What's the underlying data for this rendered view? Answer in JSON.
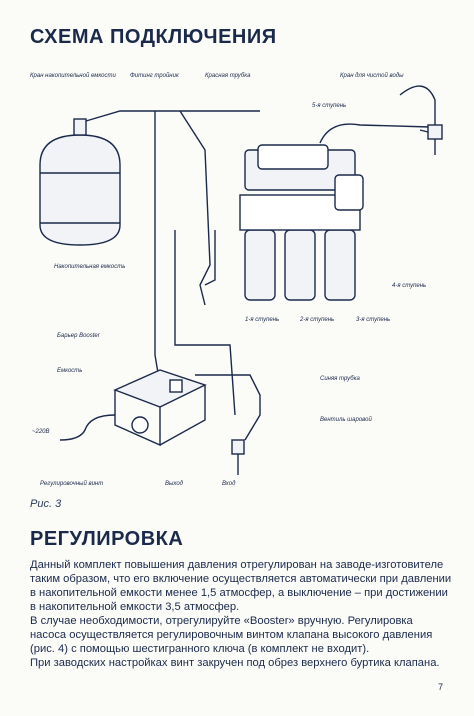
{
  "page": {
    "title": "СХЕМА ПОДКЛЮЧЕНИЯ",
    "figure_caption": "Рис. 3",
    "section_title": "РЕГУЛИРОВКА",
    "page_number": "7"
  },
  "diagram": {
    "labels": {
      "tank_valve": "Кран накопительной емкости",
      "fitting_tee": "Фитинг тройник",
      "red_tube": "Красная трубка",
      "clean_water_tap": "Кран для чистой воды",
      "tank_label": "Накопительная емкость",
      "stage5": "5-я ступень",
      "stage4": "4-я ступень",
      "stage1": "1-я ступень",
      "stage2": "2-я ступень",
      "stage3": "3-я ступень",
      "booster_barrier": "Барьер Booster",
      "capacity": "Емкость",
      "voltage": "~220В",
      "blue_tube": "Синяя трубка",
      "ball_valve": "Вентиль шаровой",
      "adjust_screw": "Регулировочный винт",
      "outlet": "Выход",
      "inlet": "Вход"
    }
  },
  "text": {
    "p1": "Данный комплект повышения давления отрегулирован на заводе-изготовителе таким образом, что его включение осуществляется автоматически при давлении в накопительной емкости менее 1,5 атмосфер, а выключение – при достижении в накопительной емкости 3,5 атмосфер.",
    "p2": "В случае необходимости, отрегулируйте «Booster» вручную. Регулировка насоса осуществляется регулировочным винтом клапана высокого давления (рис. 4) с помощью шестигранного ключа (в комплект не входит).",
    "p3": "При заводских настройках винт закручен под обрез верхнего буртика клапана."
  }
}
